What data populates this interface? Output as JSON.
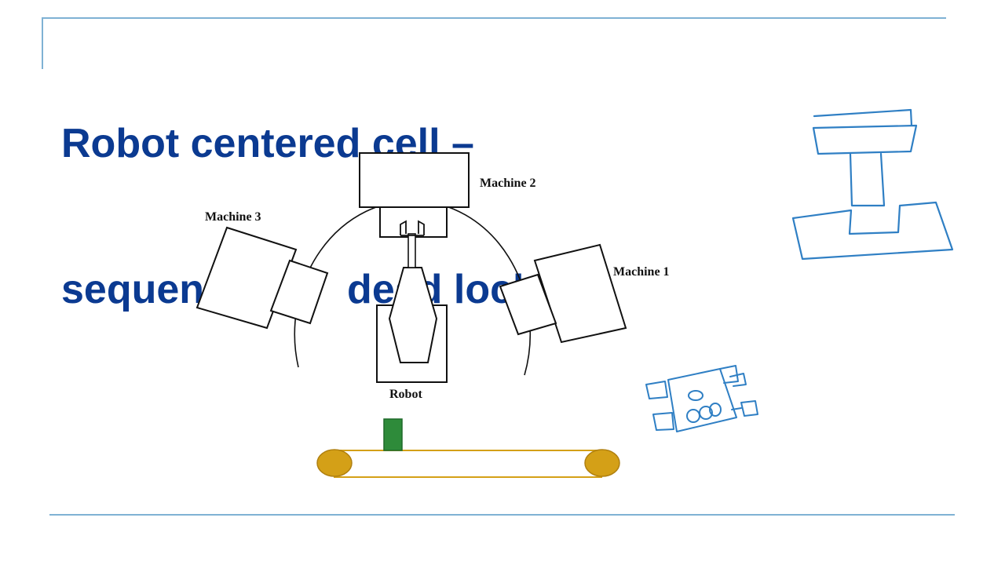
{
  "slide": {
    "title_line1": "Robot centered cell –",
    "title_line2": "sequencing -   dead lock",
    "title_color": "#0b3a91",
    "rule_color": "#7fb2d4"
  },
  "diagram": {
    "machine_2_label": "Machine 2",
    "machine_3_label": "Machine 3",
    "machine_1_label": "Machine 1",
    "robot_label": "Robot",
    "conveyor_roller_color": "#d4a017",
    "conveyor_belt_color": "#d4a017",
    "part_color": "#2e8b3a",
    "sketch_color": "#2f7fc4"
  }
}
